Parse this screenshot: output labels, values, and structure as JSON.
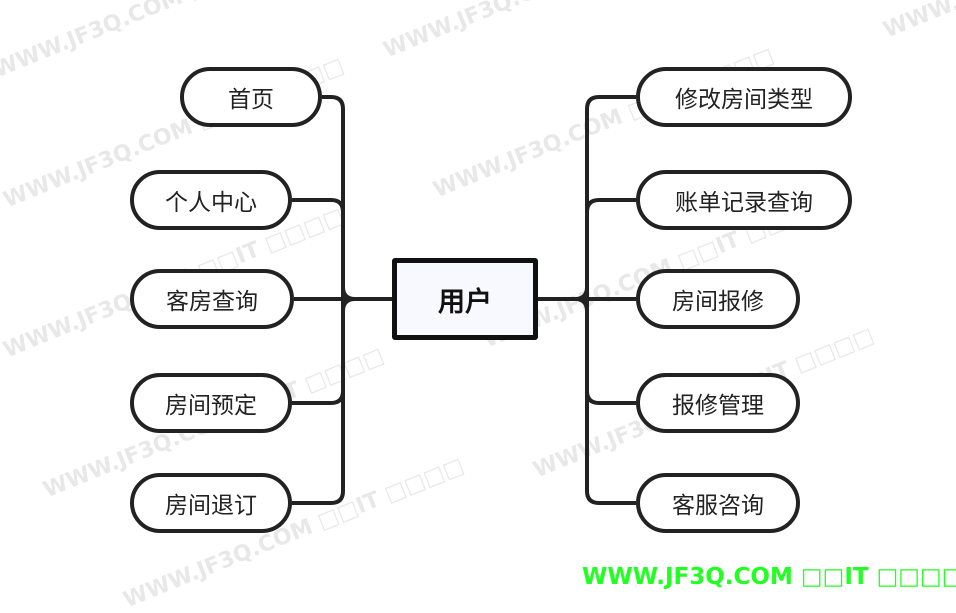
{
  "center": {
    "label": "用户"
  },
  "left_nodes": [
    {
      "label": "首页"
    },
    {
      "label": "个人中心"
    },
    {
      "label": "客房查询"
    },
    {
      "label": "房间预定"
    },
    {
      "label": "房间退订"
    }
  ],
  "right_nodes": [
    {
      "label": "修改房间类型"
    },
    {
      "label": "账单记录查询"
    },
    {
      "label": "房间报修"
    },
    {
      "label": "报修管理"
    },
    {
      "label": "客服咨询"
    }
  ],
  "watermark": {
    "text": "WWW.JF3Q.COM □□IT □□□□"
  },
  "colors": {
    "line": "#222222",
    "footer_watermark": "#22ff22"
  }
}
